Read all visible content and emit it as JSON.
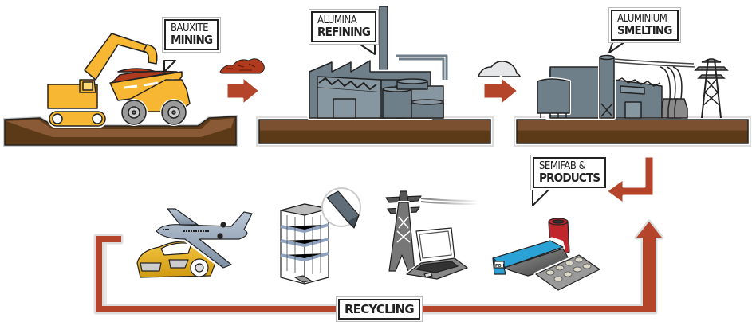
{
  "diagram": {
    "title": "Aluminium value chain",
    "stages": [
      {
        "id": "mining",
        "line1": "Bauxite",
        "line2": "Mining",
        "input_material": "bauxite-ore"
      },
      {
        "id": "refining",
        "line1": "Alumina",
        "line2": "Refining",
        "input_material": "alumina-powder"
      },
      {
        "id": "smelting",
        "line1": "Aluminium",
        "line2": "Smelting"
      },
      {
        "id": "semifab",
        "line1": "Semifab &",
        "line2": "Products"
      }
    ],
    "products": [
      {
        "id": "transport",
        "icons": [
          "airplane-icon",
          "car-icon"
        ]
      },
      {
        "id": "construction",
        "icons": [
          "building-icon",
          "window-profile-icon"
        ]
      },
      {
        "id": "electrical",
        "icons": [
          "power-pylon-icon",
          "laptop-icon"
        ]
      },
      {
        "id": "packaging",
        "icons": [
          "can-icon",
          "foil-box-icon",
          "blister-pack-icon"
        ],
        "foil_label": "FOIL"
      }
    ],
    "recycling_label": "Recycling",
    "flow": [
      "mining",
      "refining",
      "smelting",
      "semifab",
      "products",
      "recycling",
      "semifab"
    ]
  },
  "colors": {
    "arrow": "#b5452a",
    "ground_top": "#7b5031",
    "ground_bottom": "#5c3a17",
    "machine_yellow": "#f7b733",
    "factory_grey": "#6f7f8a",
    "factory_light": "#8797a1",
    "ore": "#b03a1e",
    "outline": "#222222"
  }
}
